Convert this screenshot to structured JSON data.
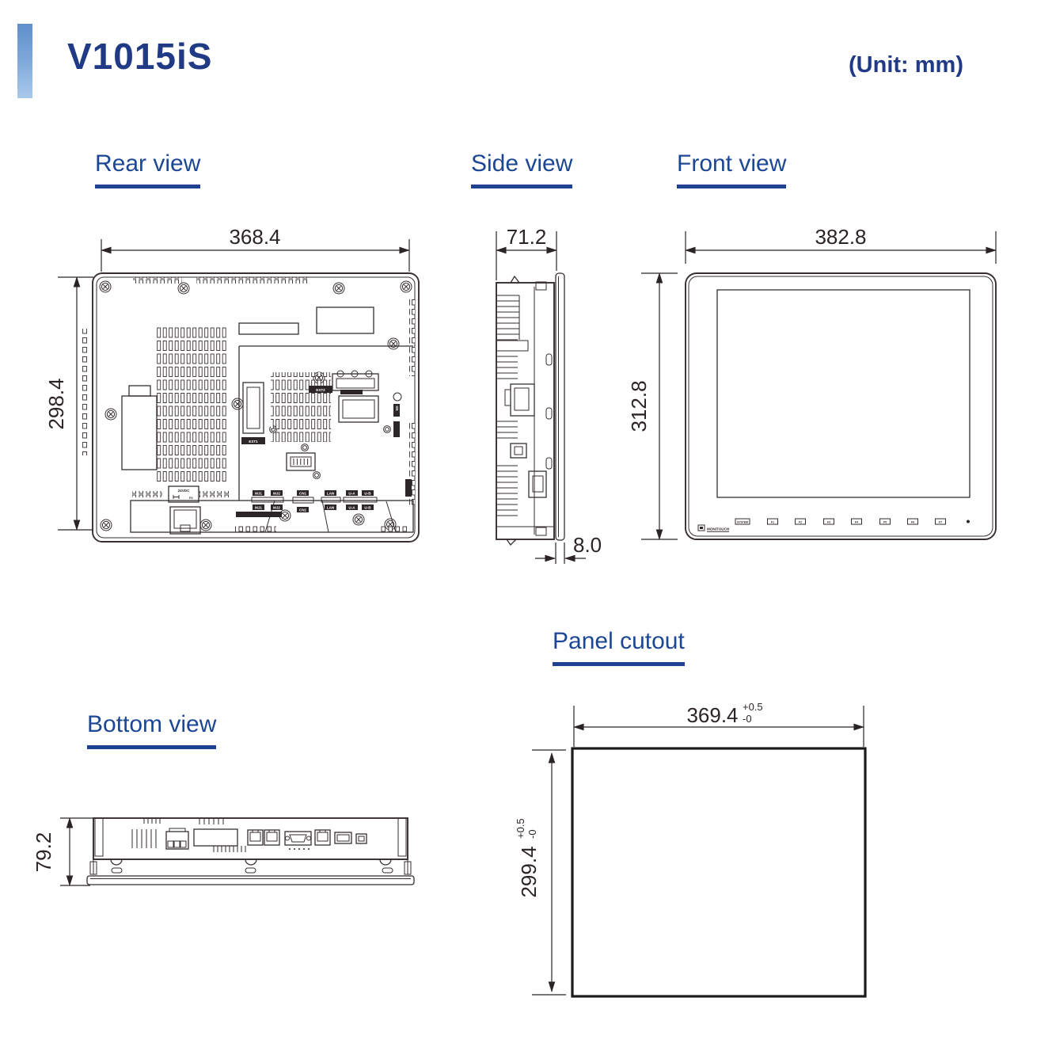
{
  "page": {
    "title": "V1015iS",
    "unit_note": "(Unit: mm)"
  },
  "colors": {
    "navy_title": "#203a86",
    "heading_blue": "#1c4795",
    "underline_blue": "#1e4191",
    "drawing_line": "#362e2f",
    "accent_bar_top": "#5d8fc9",
    "accent_bar_bottom": "#a9c9ea"
  },
  "views": {
    "rear": {
      "label": "Rear view",
      "width_dim": "368.4",
      "height_dim": "298.4",
      "power_label": "24VDC",
      "fg_label": "FG",
      "ext1_label": "EXT1",
      "ext2_label": "EXT2",
      "sd_label": "SD",
      "ports_row1": [
        "MJ1",
        "MJ2",
        "CN1",
        "LAN",
        "U-A",
        "U-B"
      ],
      "ports_row2": [
        "MJ1",
        "MJ2",
        "CN1",
        "LAN",
        "U-A",
        "U-B"
      ]
    },
    "side": {
      "label": "Side view",
      "depth_dim": "71.2",
      "bezel_dim": "8.0"
    },
    "front": {
      "label": "Front view",
      "width_dim": "382.8",
      "height_dim": "312.8",
      "brand": "MONITOUCH",
      "buttons": [
        "SYSTEM",
        "F1",
        "F2",
        "F3",
        "F4",
        "F5",
        "F6",
        "F7"
      ]
    },
    "bottom": {
      "label": "Bottom view",
      "height_dim": "79.2"
    },
    "cutout": {
      "label": "Panel cutout",
      "width_dim": {
        "value": "369.4",
        "tol_plus": "+0.5",
        "tol_minus": "-0"
      },
      "height_dim": {
        "value": "299.4",
        "tol_plus": "+0.5",
        "tol_minus": "-0"
      }
    }
  }
}
